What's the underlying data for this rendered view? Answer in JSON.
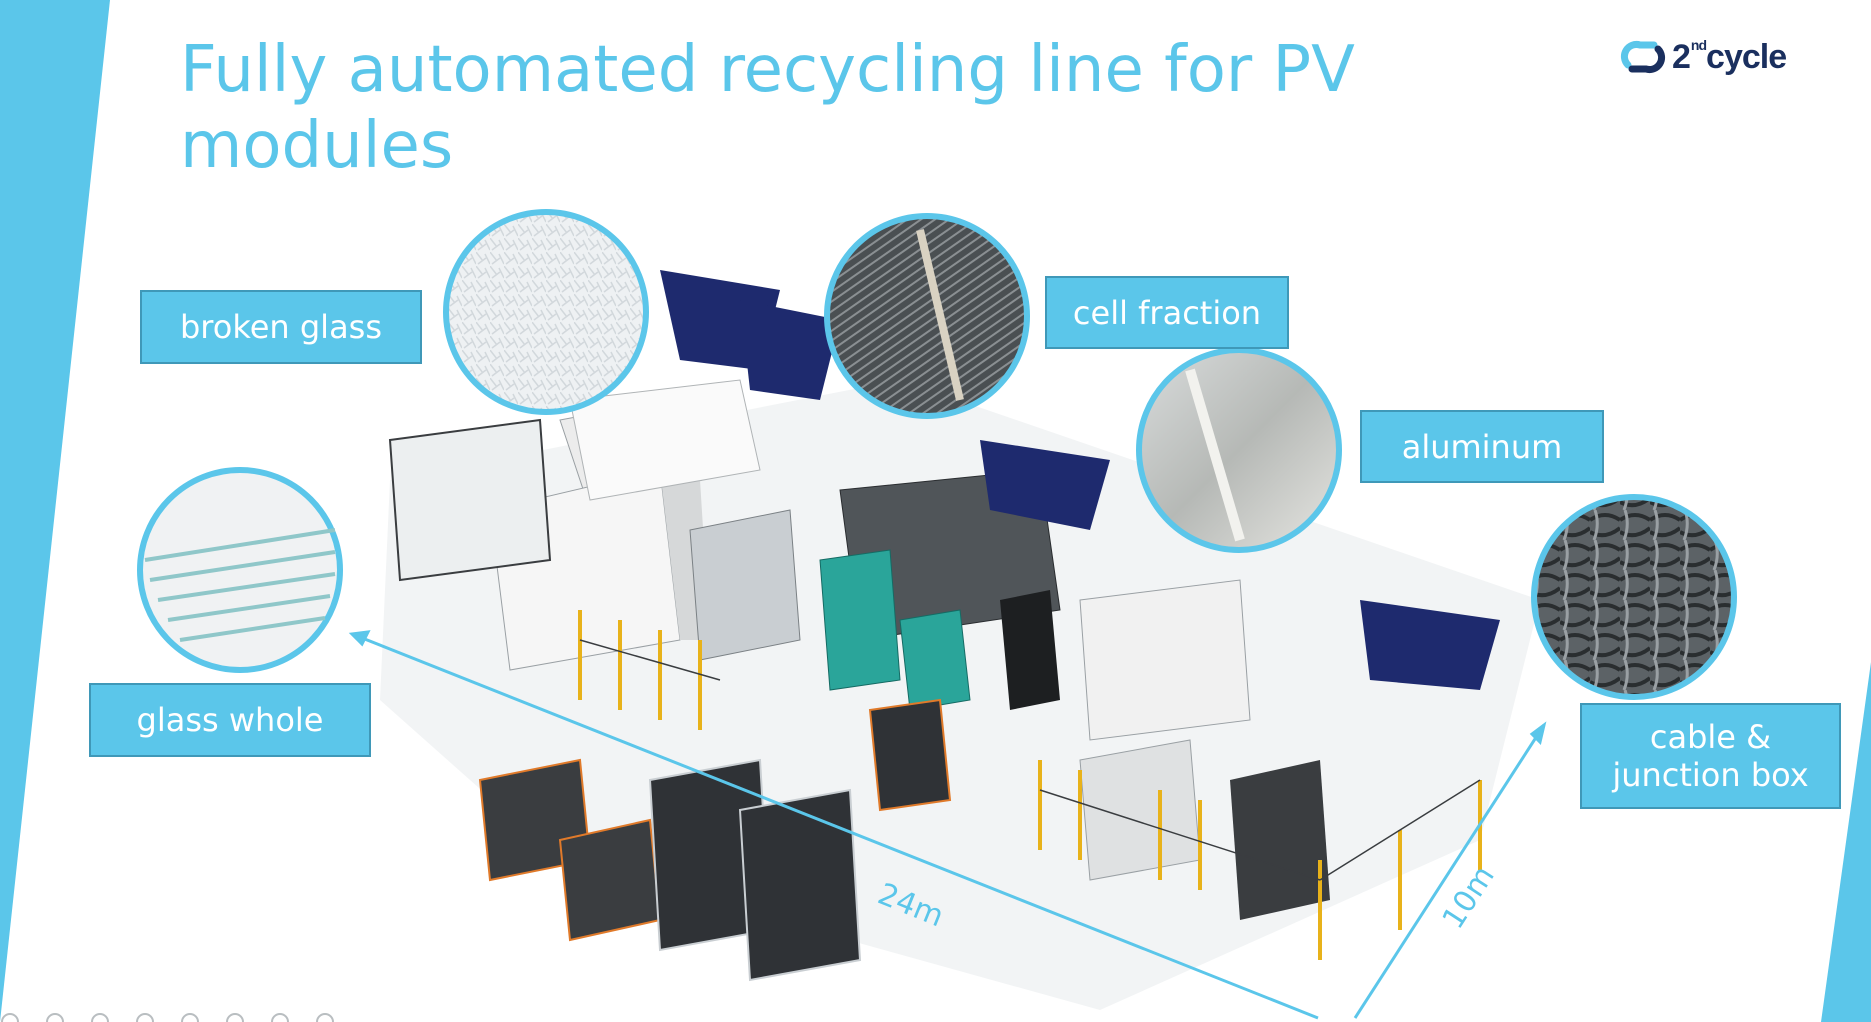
{
  "slide": {
    "title": "Fully automated recycling line for PV modules",
    "accent_color": "#5bc6ea",
    "label_color": "#5bc6ea"
  },
  "logo": {
    "main": "2",
    "superscript": "nd",
    "word": "cycle",
    "icon": "recycle-loop-icon",
    "color": "#1a2f5e"
  },
  "labels": {
    "broken_glass": "broken glass",
    "cell_fraction": "cell fraction",
    "aluminum": "aluminum",
    "glass_whole": "glass whole",
    "cable_junction_line1": "cable &",
    "cable_junction_line2": "junction box"
  },
  "dimensions": {
    "length": "24m",
    "width": "10m"
  }
}
